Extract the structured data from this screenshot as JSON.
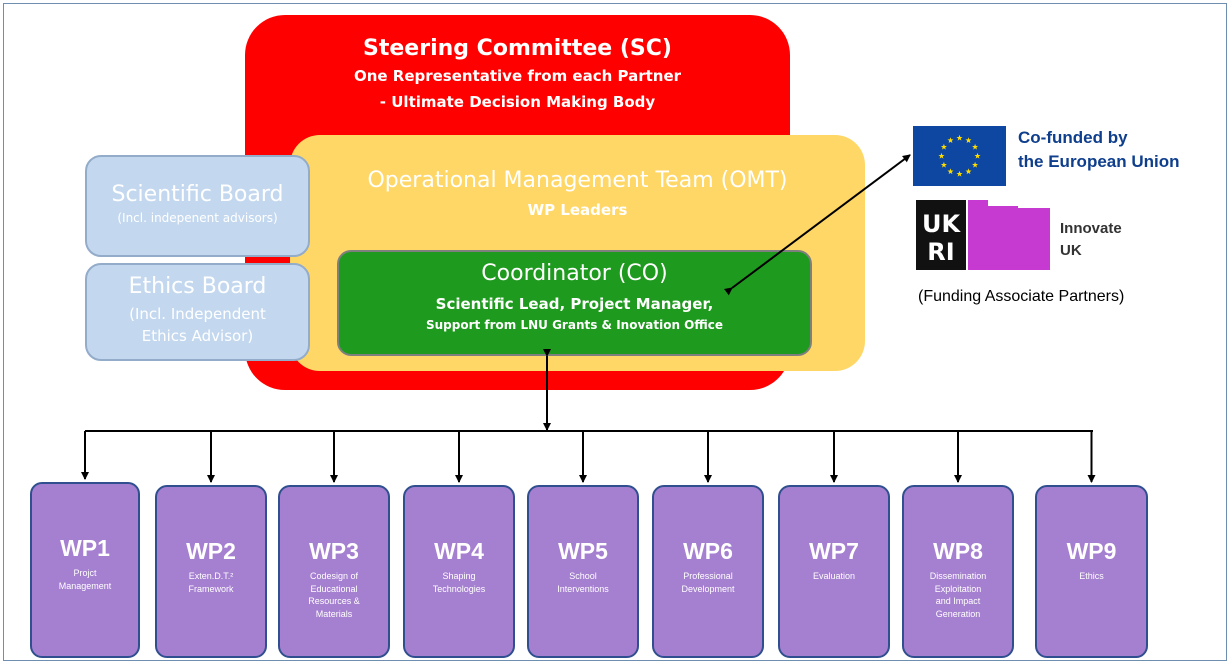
{
  "steering_committee": {
    "title": "Steering Committee (SC)",
    "line1": "One Representative from each Partner",
    "line2": "- Ultimate Decision Making Body"
  },
  "omt": {
    "title": "Operational Management Team (OMT)",
    "subtitle": "WP Leaders"
  },
  "coordinator": {
    "title": "Coordinator (CO)",
    "line1": "Scientific Lead, Project Manager,",
    "line2": "Support from LNU Grants & Inovation Office"
  },
  "scientific_board": {
    "title": "Scientific Board",
    "subtitle": "(Incl. indepenent advisors)"
  },
  "ethics_board": {
    "title": "Ethics Board",
    "subtitle": "(Incl. Independent Ethics Advisor)"
  },
  "funders": {
    "eu_line1": "Co-funded by",
    "eu_line2": "the European Union",
    "innovate_line1": "Innovate",
    "innovate_line2": "UK",
    "ukri_logo_text": "UKRI",
    "associate_note": "(Funding Associate Partners)"
  },
  "work_packages": [
    {
      "id": "WP1",
      "desc": "Projct\nManagement"
    },
    {
      "id": "WP2",
      "desc": "Exten.D.T.²\nFramework"
    },
    {
      "id": "WP3",
      "desc": "Codesign of\nEducational\nResources &\nMaterials"
    },
    {
      "id": "WP4",
      "desc": "Shaping\nTechnologies"
    },
    {
      "id": "WP5",
      "desc": "School\nInterventions"
    },
    {
      "id": "WP6",
      "desc": "Professional\nDevelopment"
    },
    {
      "id": "WP7",
      "desc": "Evaluation"
    },
    {
      "id": "WP8",
      "desc": "Dissemination\nExploitation\nand Impact\nGeneration"
    },
    {
      "id": "WP9",
      "desc": "Ethics"
    }
  ],
  "colors": {
    "steering_committee": "#ff0000",
    "omt": "#ffd766",
    "coordinator": "#1e9a1e",
    "boards": "#c3d8ef",
    "work_packages": "#a57fd0",
    "eu_blue": "#0e47a1",
    "ukri_purple": "#c63ad1"
  }
}
